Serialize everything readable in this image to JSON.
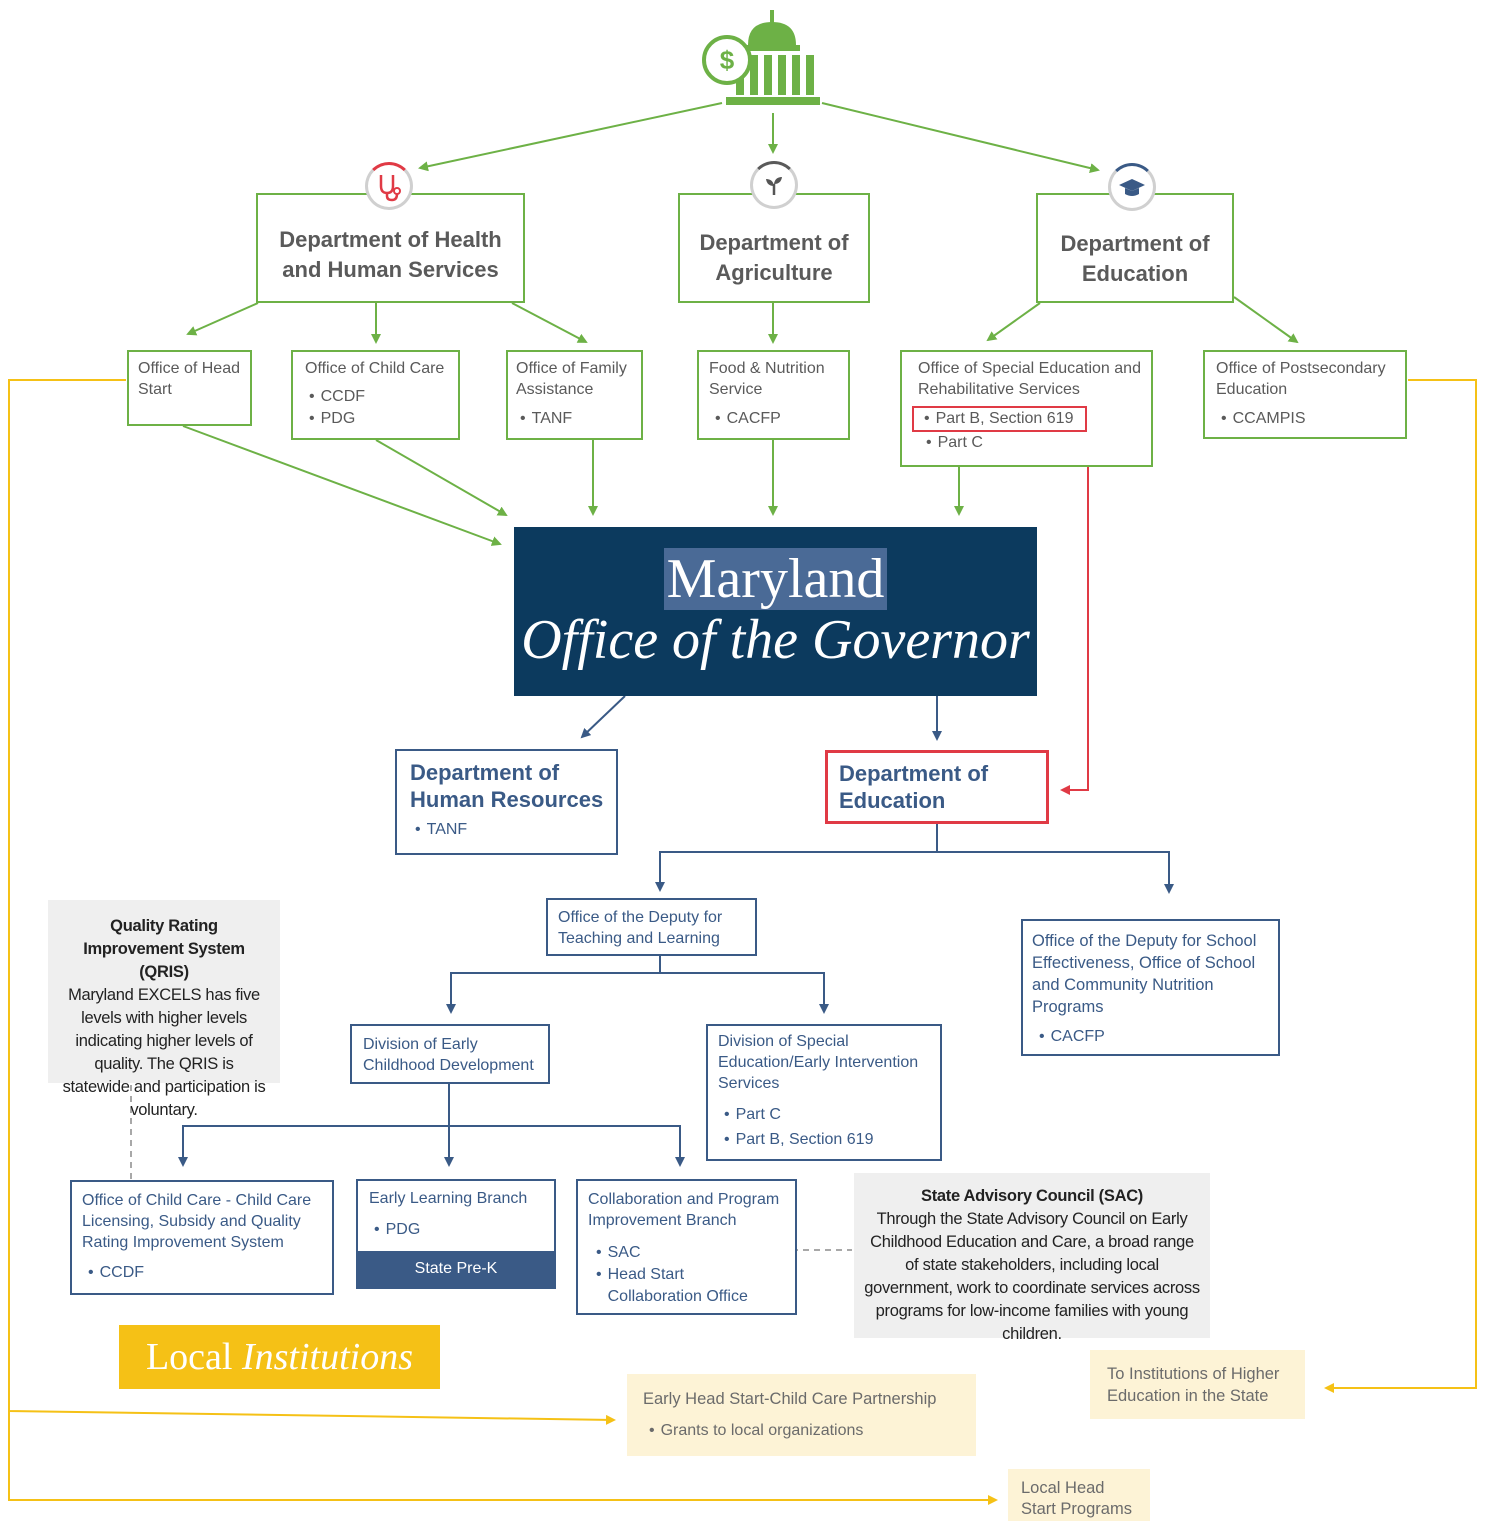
{
  "federal": {
    "dept_hhs": "Department of Health and Human Services",
    "dept_ag": "Department of Agriculture",
    "dept_ed": "Department of Education",
    "head_start": "Office of Head Start",
    "child_care": "Office of Child Care",
    "child_care_items": [
      "CCDF",
      "PDG"
    ],
    "family_assist": "Office of Family Assistance",
    "family_assist_items": [
      "TANF"
    ],
    "food_nutrition": "Food & Nutrition Service",
    "food_nutrition_items": [
      "CACFP"
    ],
    "special_ed": "Office of Special Education and Rehabilitative Services",
    "special_ed_items": [
      "Part B, Section 619",
      "Part C"
    ],
    "postsecondary": "Office of Postsecondary Education",
    "postsecondary_items": [
      "CCAMPIS"
    ]
  },
  "governor": {
    "line1": "Maryland",
    "line2": "Office of the Governor"
  },
  "state": {
    "dhr": "Department of Human Resources",
    "dhr_items": [
      "TANF"
    ],
    "doe": "Department of Education",
    "deputy_tl": "Office of the Deputy for Teaching and Learning",
    "deputy_se": "Office of the Deputy for School Effectiveness, Office of School and Community Nutrition Programs",
    "deputy_se_items": [
      "CACFP"
    ],
    "early_childhood": "Division of Early Childhood Development",
    "special_ed_div": "Division of Special Education/Early Intervention Services",
    "special_ed_div_items": [
      "Part C",
      "Part B, Section 619"
    ],
    "child_care_office": "Office of Child Care - Child Care Licensing, Subsidy and Quality Rating Improvement System",
    "child_care_office_items": [
      "CCDF"
    ],
    "early_learning": "Early Learning Branch",
    "early_learning_items": [
      "PDG"
    ],
    "prek": "State Pre-K",
    "collab": "Collaboration and Program Improvement Branch",
    "collab_items": [
      "SAC",
      "Head Start Collaboration Office"
    ]
  },
  "qris": {
    "title": "Quality Rating Improvement System (QRIS)",
    "body": "Maryland EXCELS has five levels with higher levels indicating higher levels of quality. The QRIS is statewide and participation is voluntary."
  },
  "sac": {
    "title": "State Advisory Council (SAC)",
    "body": "Through the State Advisory Council on Early Childhood Education and Care, a broad range of state stakeholders, including local government, work to coordinate services across programs for low-income families with young children."
  },
  "local": {
    "label_plain": "Local",
    "label_italic": "Institutions",
    "ehs": "Early Head Start-Child Care Partnership",
    "ehs_items": [
      "Grants to local organizations"
    ],
    "higher_ed": "To Institutions of Higher Education in the State",
    "head_start_local": "Local Head Start Programs"
  },
  "icons": {
    "capitol": "capitol-dollar-icon",
    "hhs": "stethoscope-icon",
    "ag": "sprout-icon",
    "ed": "graduation-cap-icon"
  },
  "colors": {
    "federal_green": "#6db146",
    "state_blue": "#3a5a86",
    "governor_navy": "#0c3a5e",
    "highlight_red": "#e03a45",
    "local_gold": "#f5c116",
    "local_cream": "#fdf3d6"
  }
}
